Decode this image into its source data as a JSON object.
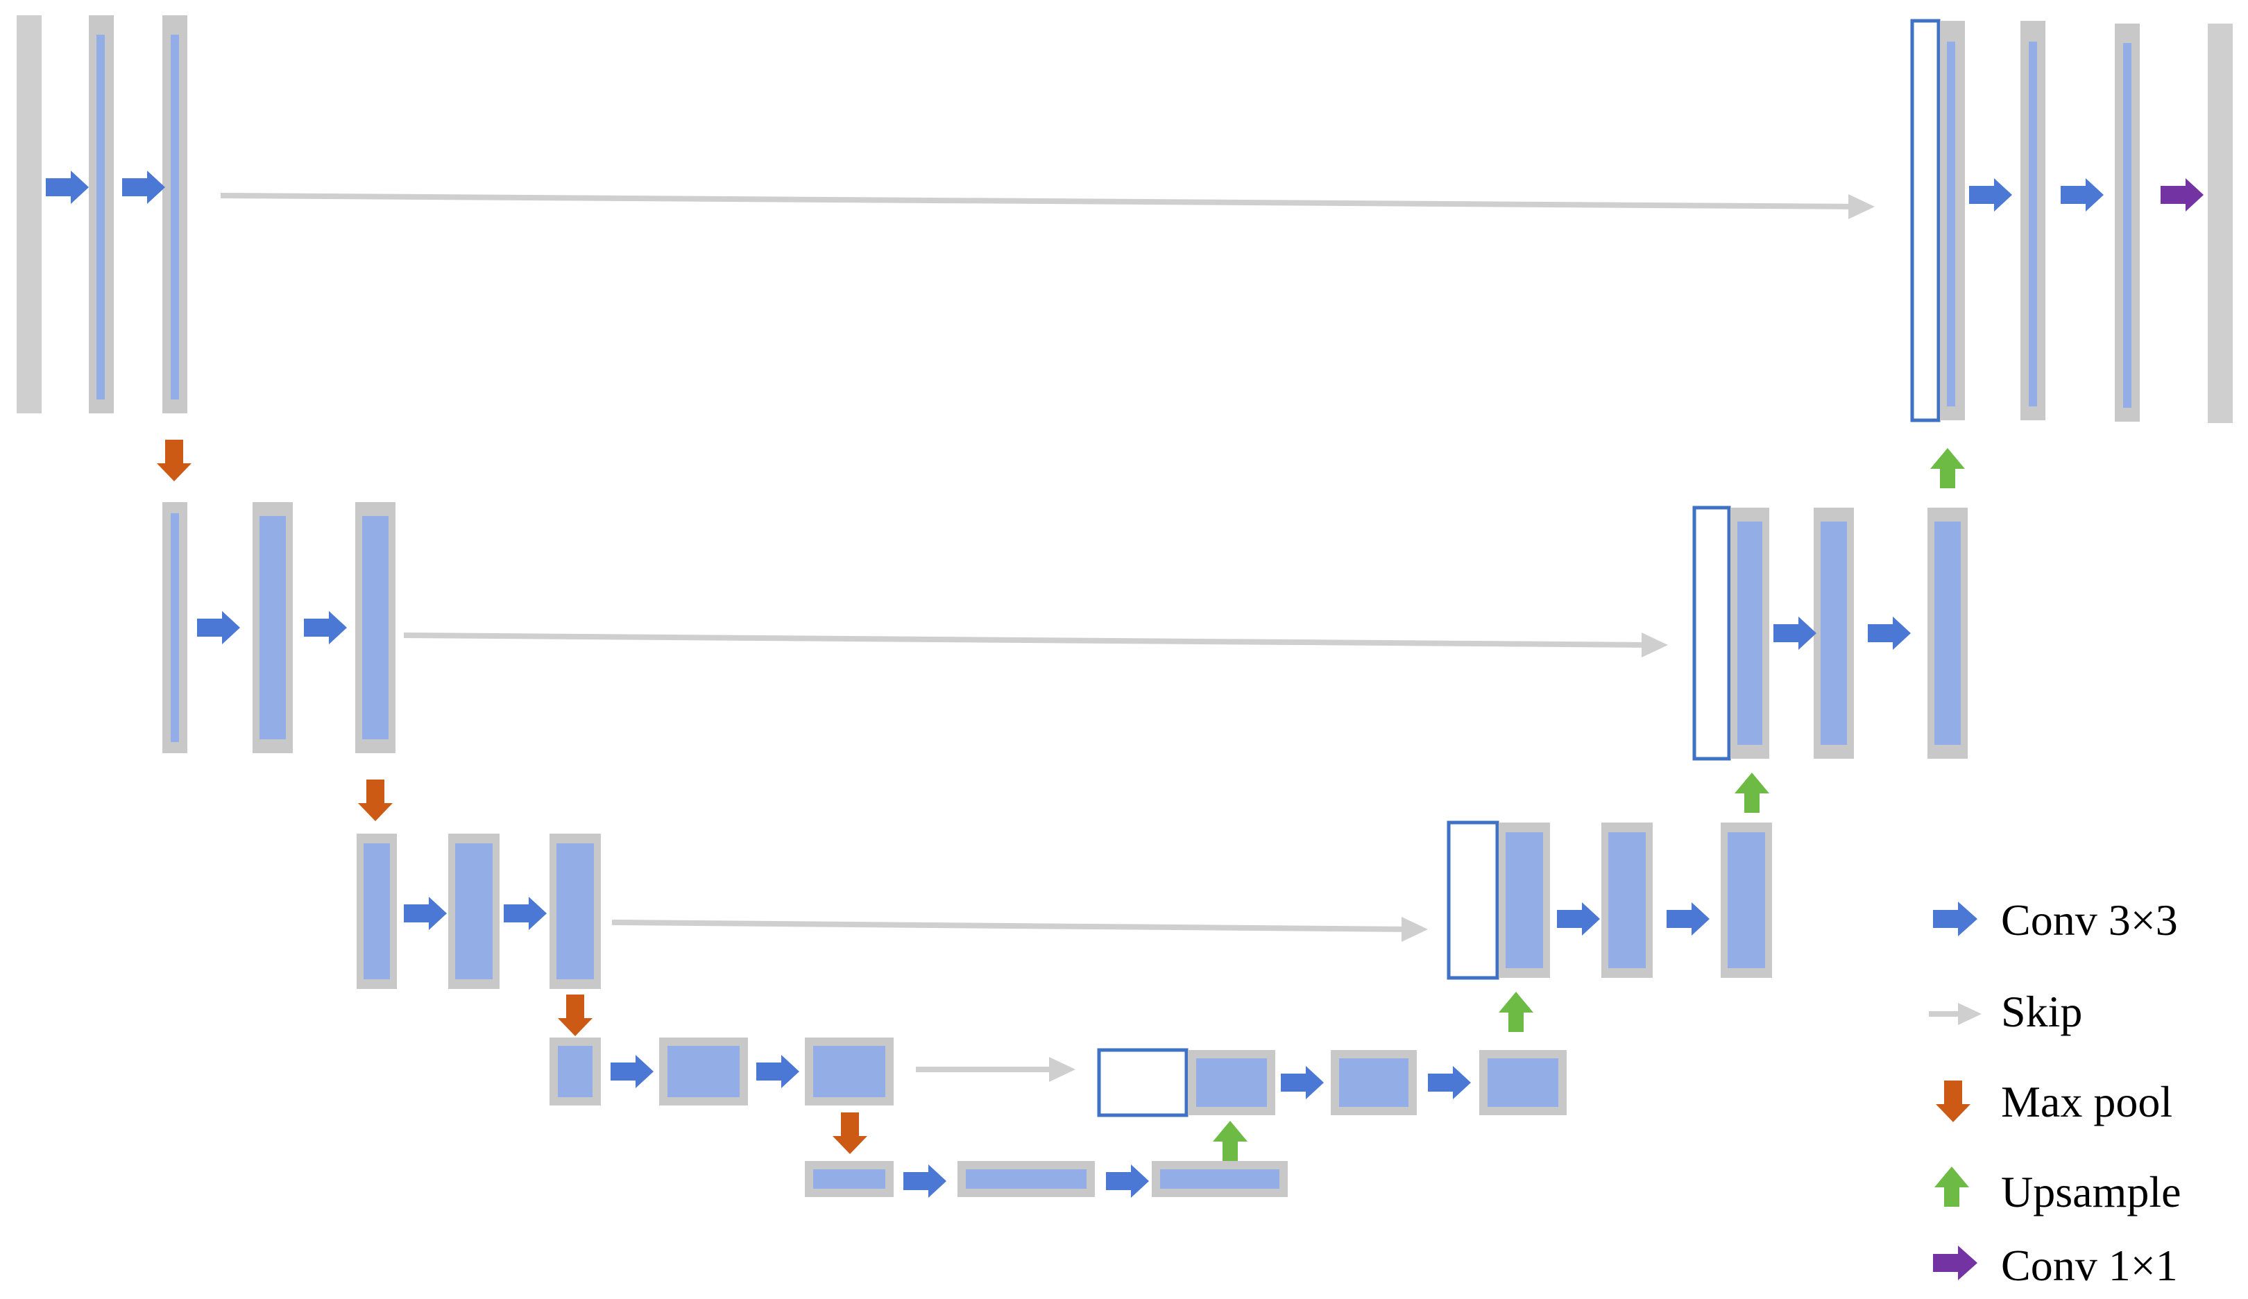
{
  "colors": {
    "feature_border": "#c8c8c8",
    "feature_fill": "#93aee6",
    "concat_outline": "#3f72c4",
    "conv3x3": "#4a78d4",
    "skip": "#cfcfcf",
    "maxpool": "#cc5a14",
    "upsample": "#6dbb45",
    "conv1x1": "#7433a3"
  },
  "legend": {
    "conv3x3": {
      "label": "Conv 3×3",
      "icon": "conv3x3-arrow-icon"
    },
    "skip": {
      "label": "Skip",
      "icon": "skip-arrow-icon"
    },
    "maxpool": {
      "label": "Max pool",
      "icon": "maxpool-arrow-icon"
    },
    "upsample": {
      "label": "Upsample",
      "icon": "upsample-arrow-icon"
    },
    "conv1x1": {
      "label": "Conv 1×1",
      "icon": "conv1x1-arrow-icon"
    }
  }
}
